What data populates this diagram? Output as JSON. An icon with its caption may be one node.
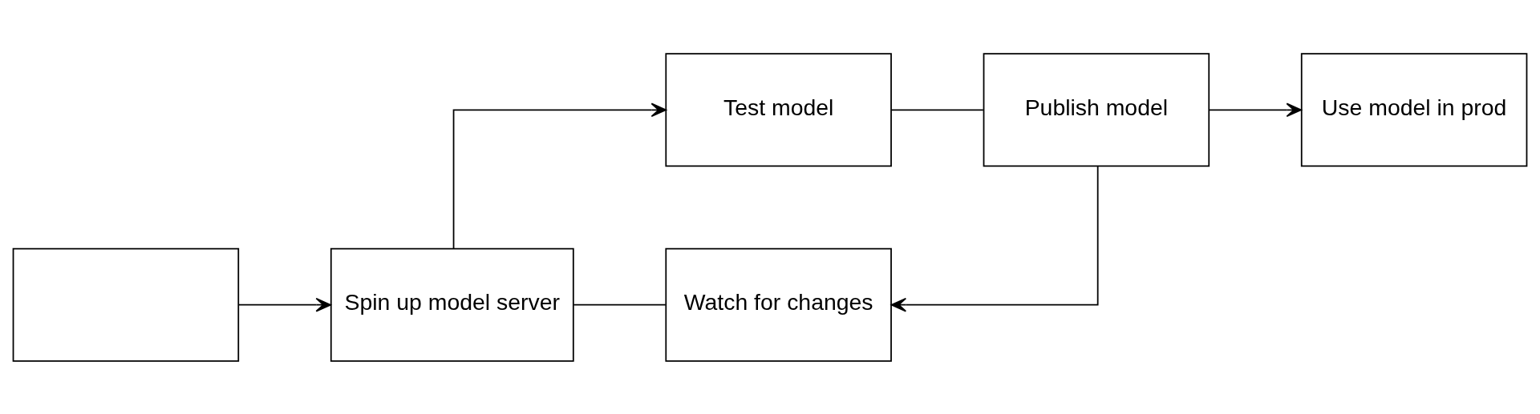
{
  "diagram": {
    "nodes": [
      {
        "text": [],
        "shape": "box"
      },
      {
        "text": [
          "Spin up model server"
        ]
      },
      {
        "text": [
          "Test model"
        ]
      },
      {
        "text": [
          "Watch for changes"
        ]
      },
      {
        "text": [
          "Publish model"
        ]
      },
      {
        "text": [
          "Use model in prod"
        ]
      }
    ],
    "edges": [
      {
        "from": 0,
        "to": 1,
        "arrow": "to"
      },
      {
        "from": 1,
        "to": 2,
        "arrow": "to"
      },
      {
        "from": 1,
        "to": 3,
        "arrow": "none"
      },
      {
        "from": 2,
        "to": 4,
        "arrow": "none"
      },
      {
        "from": 4,
        "to": 3,
        "arrow": "to"
      },
      {
        "from": 4,
        "to": 5,
        "arrow": "to"
      }
    ]
  }
}
